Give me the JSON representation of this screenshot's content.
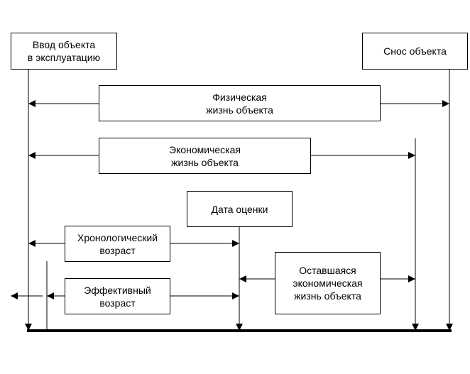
{
  "diagram": {
    "commissioning": {
      "line1": "Ввод объекта",
      "line2": "в эксплуатацию"
    },
    "demolition": {
      "label": "Снос объекта"
    },
    "physical_life": {
      "line1": "Физическая",
      "line2": "жизнь объекта"
    },
    "economic_life": {
      "line1": "Экономическая",
      "line2": "жизнь объекта"
    },
    "valuation_date": {
      "label": "Дата оценки"
    },
    "chronological_age": {
      "line1": "Хронологический",
      "line2": "возраст"
    },
    "effective_age": {
      "line1": "Эффективный",
      "line2": "возраст"
    },
    "remaining_economic_life": {
      "line1": "Оставшаяся",
      "line2": "экономическая",
      "line3": "жизнь объекта"
    }
  }
}
